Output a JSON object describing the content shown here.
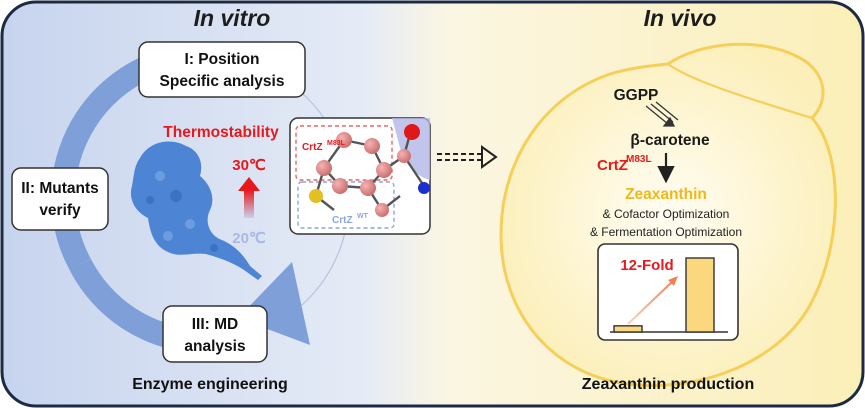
{
  "in_vitro": {
    "title": "In vitro",
    "step1_line1": "I: Position",
    "step1_line2": "Specific analysis",
    "step2_line1": "II: Mutants",
    "step2_line2": "verify",
    "step3_line1": "III: MD",
    "step3_line2": "analysis",
    "thermostability": "Thermostability",
    "temp_high": "30℃",
    "temp_low": "20℃",
    "mutant_base": "CrtZ",
    "mutant_sup": "M83L",
    "wt_base": "CrtZ",
    "wt_sup": "WT",
    "footer": "Enzyme engineering"
  },
  "in_vivo": {
    "title": "In vivo",
    "ggpp": "GGPP",
    "beta_carotene": "β-carotene",
    "enzyme_base": "CrtZ",
    "enzyme_sup": "M83L",
    "zeaxanthin": "Zeaxanthin",
    "cofactor": "& Cofactor Optimization",
    "fermentation": "& Fermentation Optimization",
    "fold": "12-Fold",
    "footer": "Zeaxanthin production"
  },
  "chart_data": {
    "type": "bar",
    "categories": [
      "",
      ""
    ],
    "values": [
      1,
      12
    ],
    "annotation": "12-Fold"
  },
  "colors": {
    "left_bg": "#c9d6ee",
    "right_bg": "#fbf0bd",
    "cell_fill": "#fdf3c7",
    "cell_stroke": "#f5cf5a",
    "cycle_blue": "#7e9fd8",
    "enzyme_blue": "#4e84d4",
    "accent_red": "#e8191c",
    "zeaxanthin_yellow": "#f2b71b",
    "bar_fill": "#fbd77e"
  }
}
